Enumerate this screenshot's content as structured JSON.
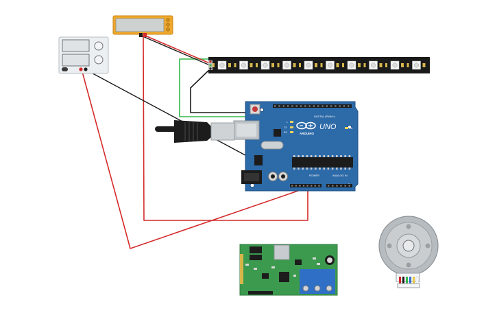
{
  "canvas": {
    "background": "#ffffff"
  },
  "arduino": {
    "brand": "ARDUINO",
    "model": "UNO",
    "digital_header_label": "DIGITAL (PWM~)",
    "power_label": "POWER",
    "analog_label": "ANALOG IN",
    "board_color": "#2d6aa8",
    "led_labels": [
      "L",
      "TX",
      "RX"
    ],
    "on_label": "ON"
  },
  "power_supply": {
    "icon": "bench-power-supply-icon",
    "body_color": "#eceff1"
  },
  "multimeter": {
    "icon": "multimeter-icon",
    "body_color": "#f0a82a"
  },
  "led_strip": {
    "icon": "neopixel-led-strip-icon",
    "pixel_count": 10,
    "body_color": "#1a1a1a"
  },
  "motor_driver": {
    "icon": "motor-driver-board-icon",
    "body_color": "#3c9a4e"
  },
  "dc_motor": {
    "icon": "encoder-dc-motor-icon",
    "body_color": "#b7bcc0"
  },
  "usb_cable": {
    "icon": "usb-cable-icon"
  },
  "wire_colors": {
    "red": "#d42a2a",
    "black": "#1c1c1c",
    "green": "#35b84a"
  }
}
